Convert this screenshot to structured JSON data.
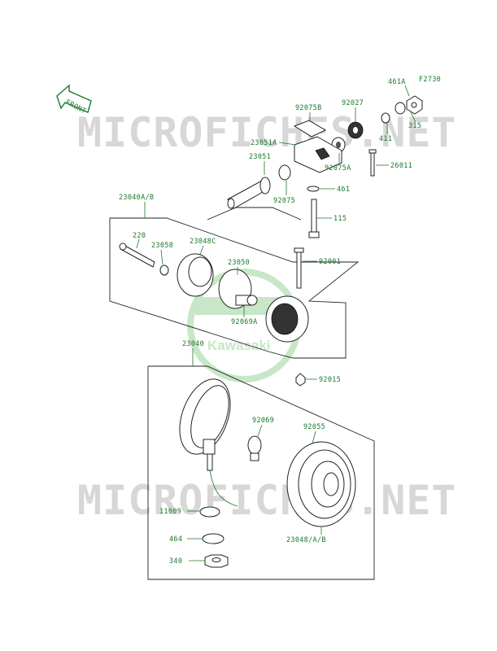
{
  "code": "F2730",
  "front_label": "FRONT",
  "watermark": {
    "text": "MICROFICHES.NET",
    "logo_text": "Kawasaki"
  },
  "labels": {
    "p461A": "461A",
    "p92075B": "92075B",
    "p92027": "92027",
    "p315": "315",
    "p23051A": "23051A",
    "p411": "411",
    "p92075A": "92075A",
    "p26011": "26011",
    "p23051": "23051",
    "p92075": "92075",
    "p461": "461",
    "p23040AB": "23040A/B",
    "p115": "115",
    "p220": "220",
    "p23058": "23058",
    "p23048C": "23048C",
    "p92001": "92001",
    "p23050": "23050",
    "p92069A": "92069A",
    "p23040": "23040",
    "p92015": "92015",
    "p92069": "92069",
    "p92055": "92055",
    "p11009": "11009",
    "p464": "464",
    "p340": "340",
    "p23048AB": "23048/A/B"
  },
  "colors": {
    "label": "#1a7a2a",
    "line": "#222222",
    "watermark": "#d7d7d7"
  }
}
